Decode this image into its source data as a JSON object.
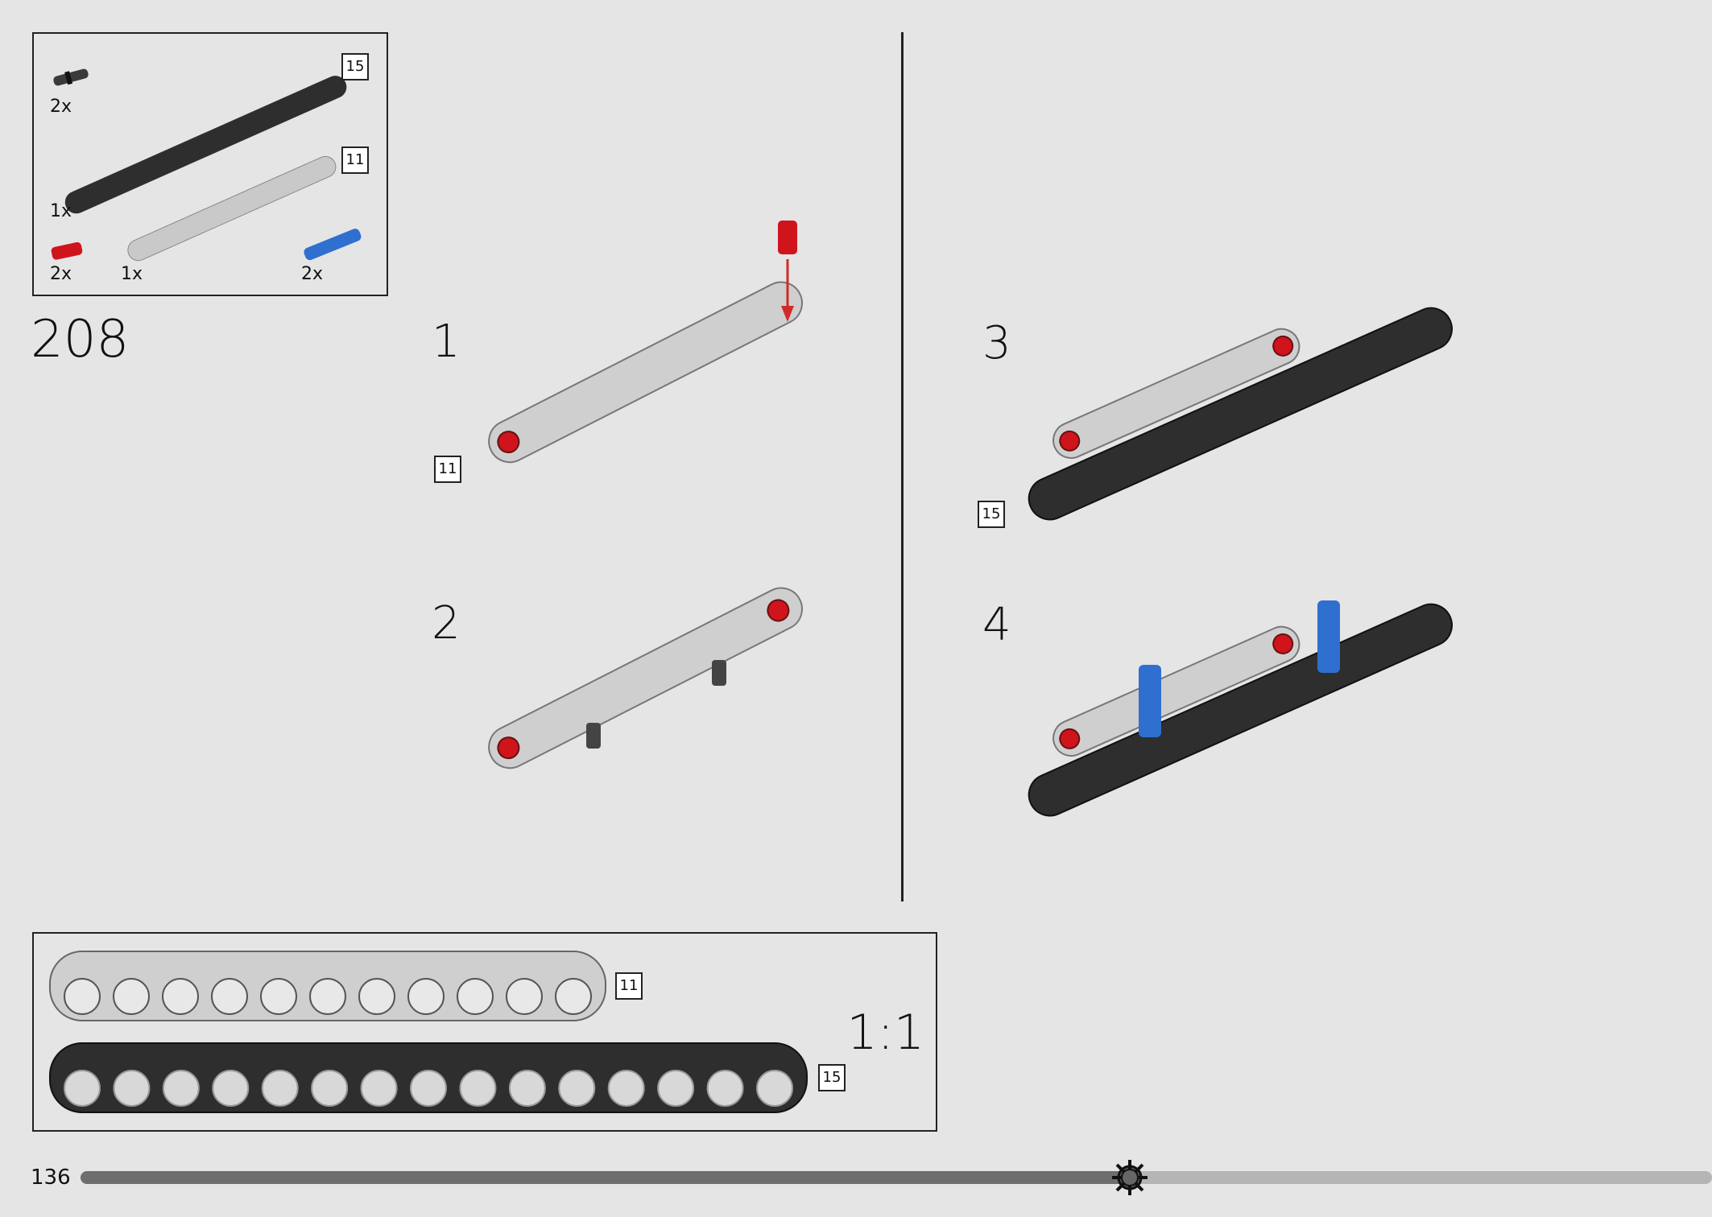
{
  "page": {
    "step_number": "208",
    "page_number": "136",
    "progress": 0.643,
    "scale_label": "1:1"
  },
  "parts": [
    {
      "qty": "2x",
      "kind": "black-pin"
    },
    {
      "qty": "1x",
      "kind": "beam-15-dark",
      "tag": "15"
    },
    {
      "qty": "1x",
      "kind": "beam-11-light",
      "tag": "11"
    },
    {
      "qty": "2x",
      "kind": "red-axle-pin"
    },
    {
      "qty": "2x",
      "kind": "blue-axle-pin"
    }
  ],
  "substeps": [
    {
      "label": "1",
      "tag": "11"
    },
    {
      "label": "2"
    },
    {
      "label": "3",
      "tag": "15"
    },
    {
      "label": "4"
    }
  ],
  "scale_parts": [
    {
      "tag": "11",
      "holes": 11
    },
    {
      "tag": "15",
      "holes": 15
    }
  ],
  "icons": {
    "progress_marker": "gear-icon"
  },
  "colors": {
    "beam_dark": "#2e2e2e",
    "beam_light": "#c9c9c9",
    "pin_red": "#d0141c",
    "pin_blue": "#2f6fd0",
    "arrow": "#d12a2a"
  }
}
